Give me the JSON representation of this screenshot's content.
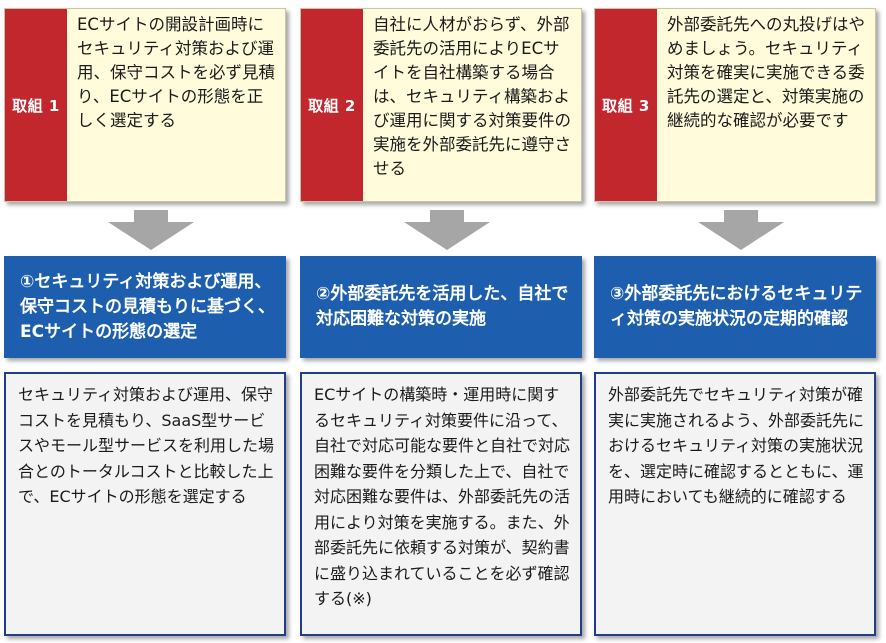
{
  "columns": [
    {
      "tag": "取組 1",
      "top_text": "ECサイトの開設計画時にセキュリティ対策および運用、保守コストを必ず見積り、ECサイトの形態を正しく選定する",
      "heading": "①セキュリティ対策および運用、保守コストの見積もりに基づく、ECサイトの形態の選定",
      "body": "セキュリティ対策および運用、保守コストを見積もり、SaaS型サービスやモール型サービスを利用した場合とのトータルコストと比較した上で、ECサイトの形態を選定する"
    },
    {
      "tag": "取組 2",
      "top_text": "自社に人材がおらず、外部委託先の活用によりECサイトを自社構築する場合は、セキュリティ構築および運用に関する対策要件の実施を外部委託先に遵守させる",
      "heading": "②外部委託先を活用した、自社で対応困難な対策の実施",
      "body": "ECサイトの構築時・運用時に関するセキュリティ対策要件に沿って、自社で対応可能な要件と自社で対応困難な要件を分類した上で、自社で対応困難な要件は、外部委託先の活用により対策を実施する。また、外部委託先に依頼する対策が、契約書に盛り込まれていることを必ず確認する(※)"
    },
    {
      "tag": "取組 3",
      "top_text": "外部委託先への丸投げはやめましょう。セキュリティ対策を確実に実施できる委託先の選定と、対策実施の継続的な確認が必要です",
      "heading": "③外部委託先におけるセキュリティ対策の実施状況の定期的確認",
      "body": "外部委託先でセキュリティ対策が確実に実施されるよう、外部委託先におけるセキュリティ対策の実施状況を、選定時に確認するとともに、運用時においても継続的に確認する"
    }
  ],
  "colors": {
    "tag_red": "#c1272d",
    "top_box_bg": "#fffbdb",
    "heading_blue": "#1d5fae",
    "bottom_border": "#1f3f86",
    "bottom_bg": "#f3f3f3",
    "arrow_gray": "#a6a6a6"
  },
  "icons": {
    "arrow": "down-arrow-icon"
  }
}
